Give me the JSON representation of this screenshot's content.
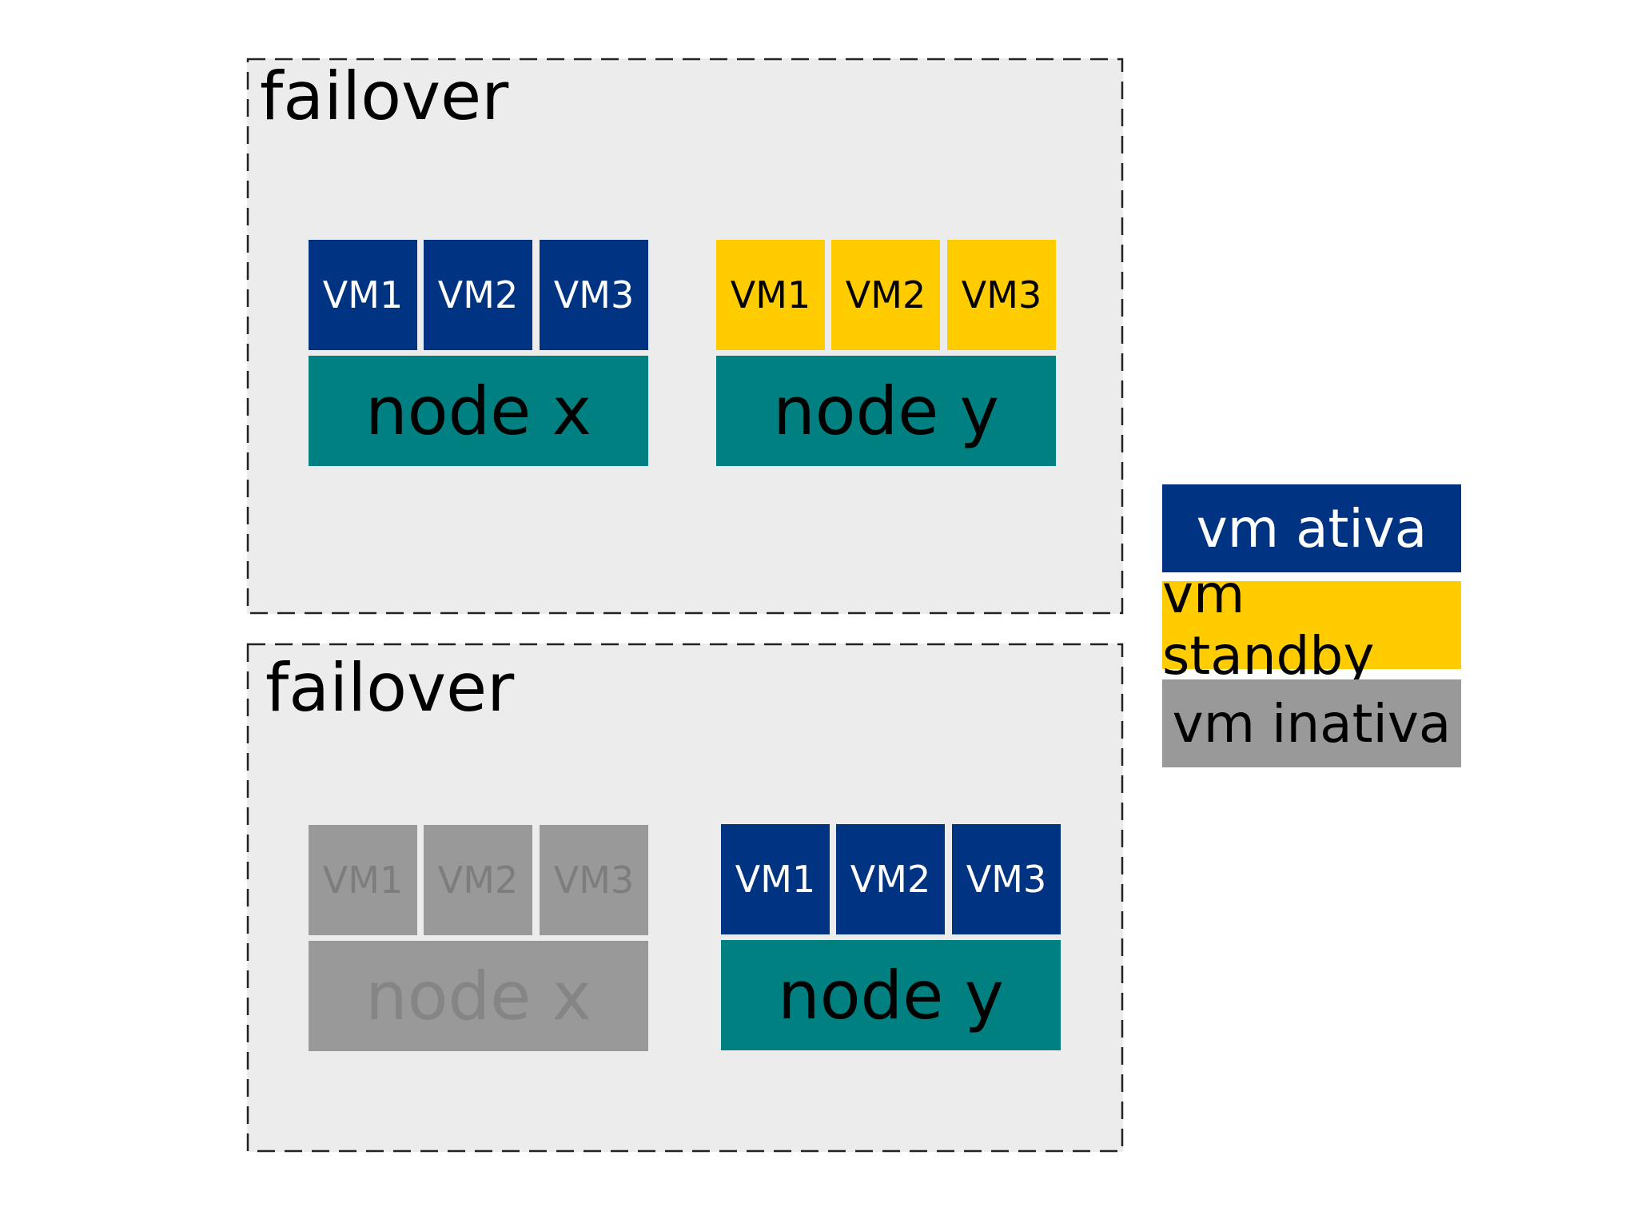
{
  "colors": {
    "active": "#003482",
    "standby": "#ffcc00",
    "inactive": "#999999",
    "node": "#008080",
    "panel": "#ececed"
  },
  "panels": [
    {
      "title": "failover",
      "groups": [
        {
          "node_label": "node x",
          "node_state": "on",
          "vms": [
            {
              "label": "VM1",
              "state": "active"
            },
            {
              "label": "VM2",
              "state": "active"
            },
            {
              "label": "VM3",
              "state": "active"
            }
          ]
        },
        {
          "node_label": "node y",
          "node_state": "on",
          "vms": [
            {
              "label": "VM1",
              "state": "standby"
            },
            {
              "label": "VM2",
              "state": "standby"
            },
            {
              "label": "VM3",
              "state": "standby"
            }
          ]
        }
      ]
    },
    {
      "title": "failover",
      "groups": [
        {
          "node_label": "node x",
          "node_state": "off",
          "vms": [
            {
              "label": "VM1",
              "state": "inactive"
            },
            {
              "label": "VM2",
              "state": "inactive"
            },
            {
              "label": "VM3",
              "state": "inactive"
            }
          ]
        },
        {
          "node_label": "node y",
          "node_state": "on",
          "vms": [
            {
              "label": "VM1",
              "state": "active"
            },
            {
              "label": "VM2",
              "state": "active"
            },
            {
              "label": "VM3",
              "state": "active"
            }
          ]
        }
      ]
    }
  ],
  "legend": [
    {
      "label": "vm ativa",
      "state": "active"
    },
    {
      "label": "vm standby",
      "state": "standby"
    },
    {
      "label": "vm inativa",
      "state": "inactive"
    }
  ]
}
